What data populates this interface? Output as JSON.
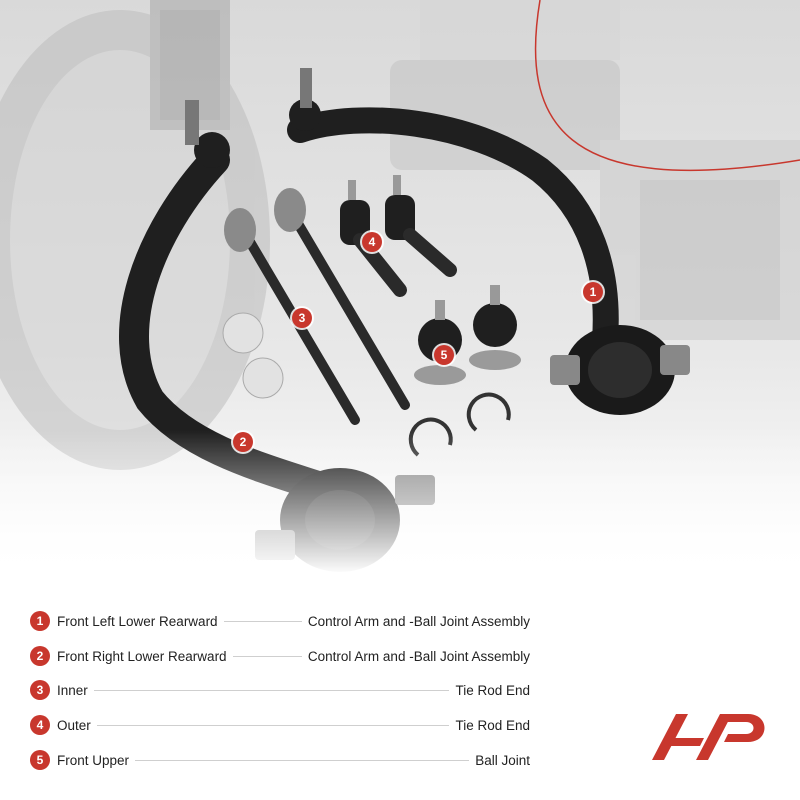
{
  "colors": {
    "accent": "#c8372d",
    "text": "#222222",
    "leader": "#cfcfcf"
  },
  "callouts": [
    "1",
    "2",
    "3",
    "4",
    "5"
  ],
  "legend": [
    {
      "num": "1",
      "left": "Front Left Lower Rearward",
      "right": "Control Arm and -Ball Joint Assembly"
    },
    {
      "num": "2",
      "left": "Front Right Lower Rearward",
      "right": "Control Arm and -Ball Joint Assembly"
    },
    {
      "num": "3",
      "left": "Inner",
      "right": "Tie Rod End"
    },
    {
      "num": "4",
      "left": "Outer",
      "right": "Tie Rod End"
    },
    {
      "num": "5",
      "left": "Front Upper",
      "right": "Ball Joint"
    }
  ],
  "logo": {
    "icon": "brand-logo-icon"
  }
}
